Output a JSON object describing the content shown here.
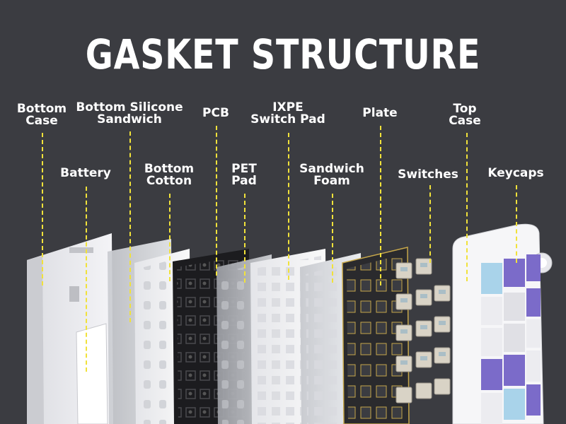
{
  "title": "GASKET STRUCTURE",
  "colors": {
    "background": "#3b3c41",
    "label_text": "#ffffff",
    "guide_line": "#f1e23a",
    "accent_purple": "#7b6bc9",
    "accent_blue": "#a9d3ea"
  },
  "labels": [
    {
      "name": "bottom-case",
      "text": "Bottom\nCase"
    },
    {
      "name": "battery",
      "text": "Battery"
    },
    {
      "name": "bottom-silicone-sandwich",
      "text": "Bottom Silicone\nSandwich"
    },
    {
      "name": "bottom-cotton",
      "text": "Bottom\nCotton"
    },
    {
      "name": "pcb",
      "text": "PCB"
    },
    {
      "name": "pet-pad",
      "text": "PET\nPad"
    },
    {
      "name": "ixpe-switch-pad",
      "text": "IXPE\nSwitch Pad"
    },
    {
      "name": "sandwich-foam",
      "text": "Sandwich\nFoam"
    },
    {
      "name": "plate",
      "text": "Plate"
    },
    {
      "name": "switches",
      "text": "Switches"
    },
    {
      "name": "top-case",
      "text": "Top\nCase"
    },
    {
      "name": "keycaps",
      "text": "Keycaps"
    }
  ]
}
